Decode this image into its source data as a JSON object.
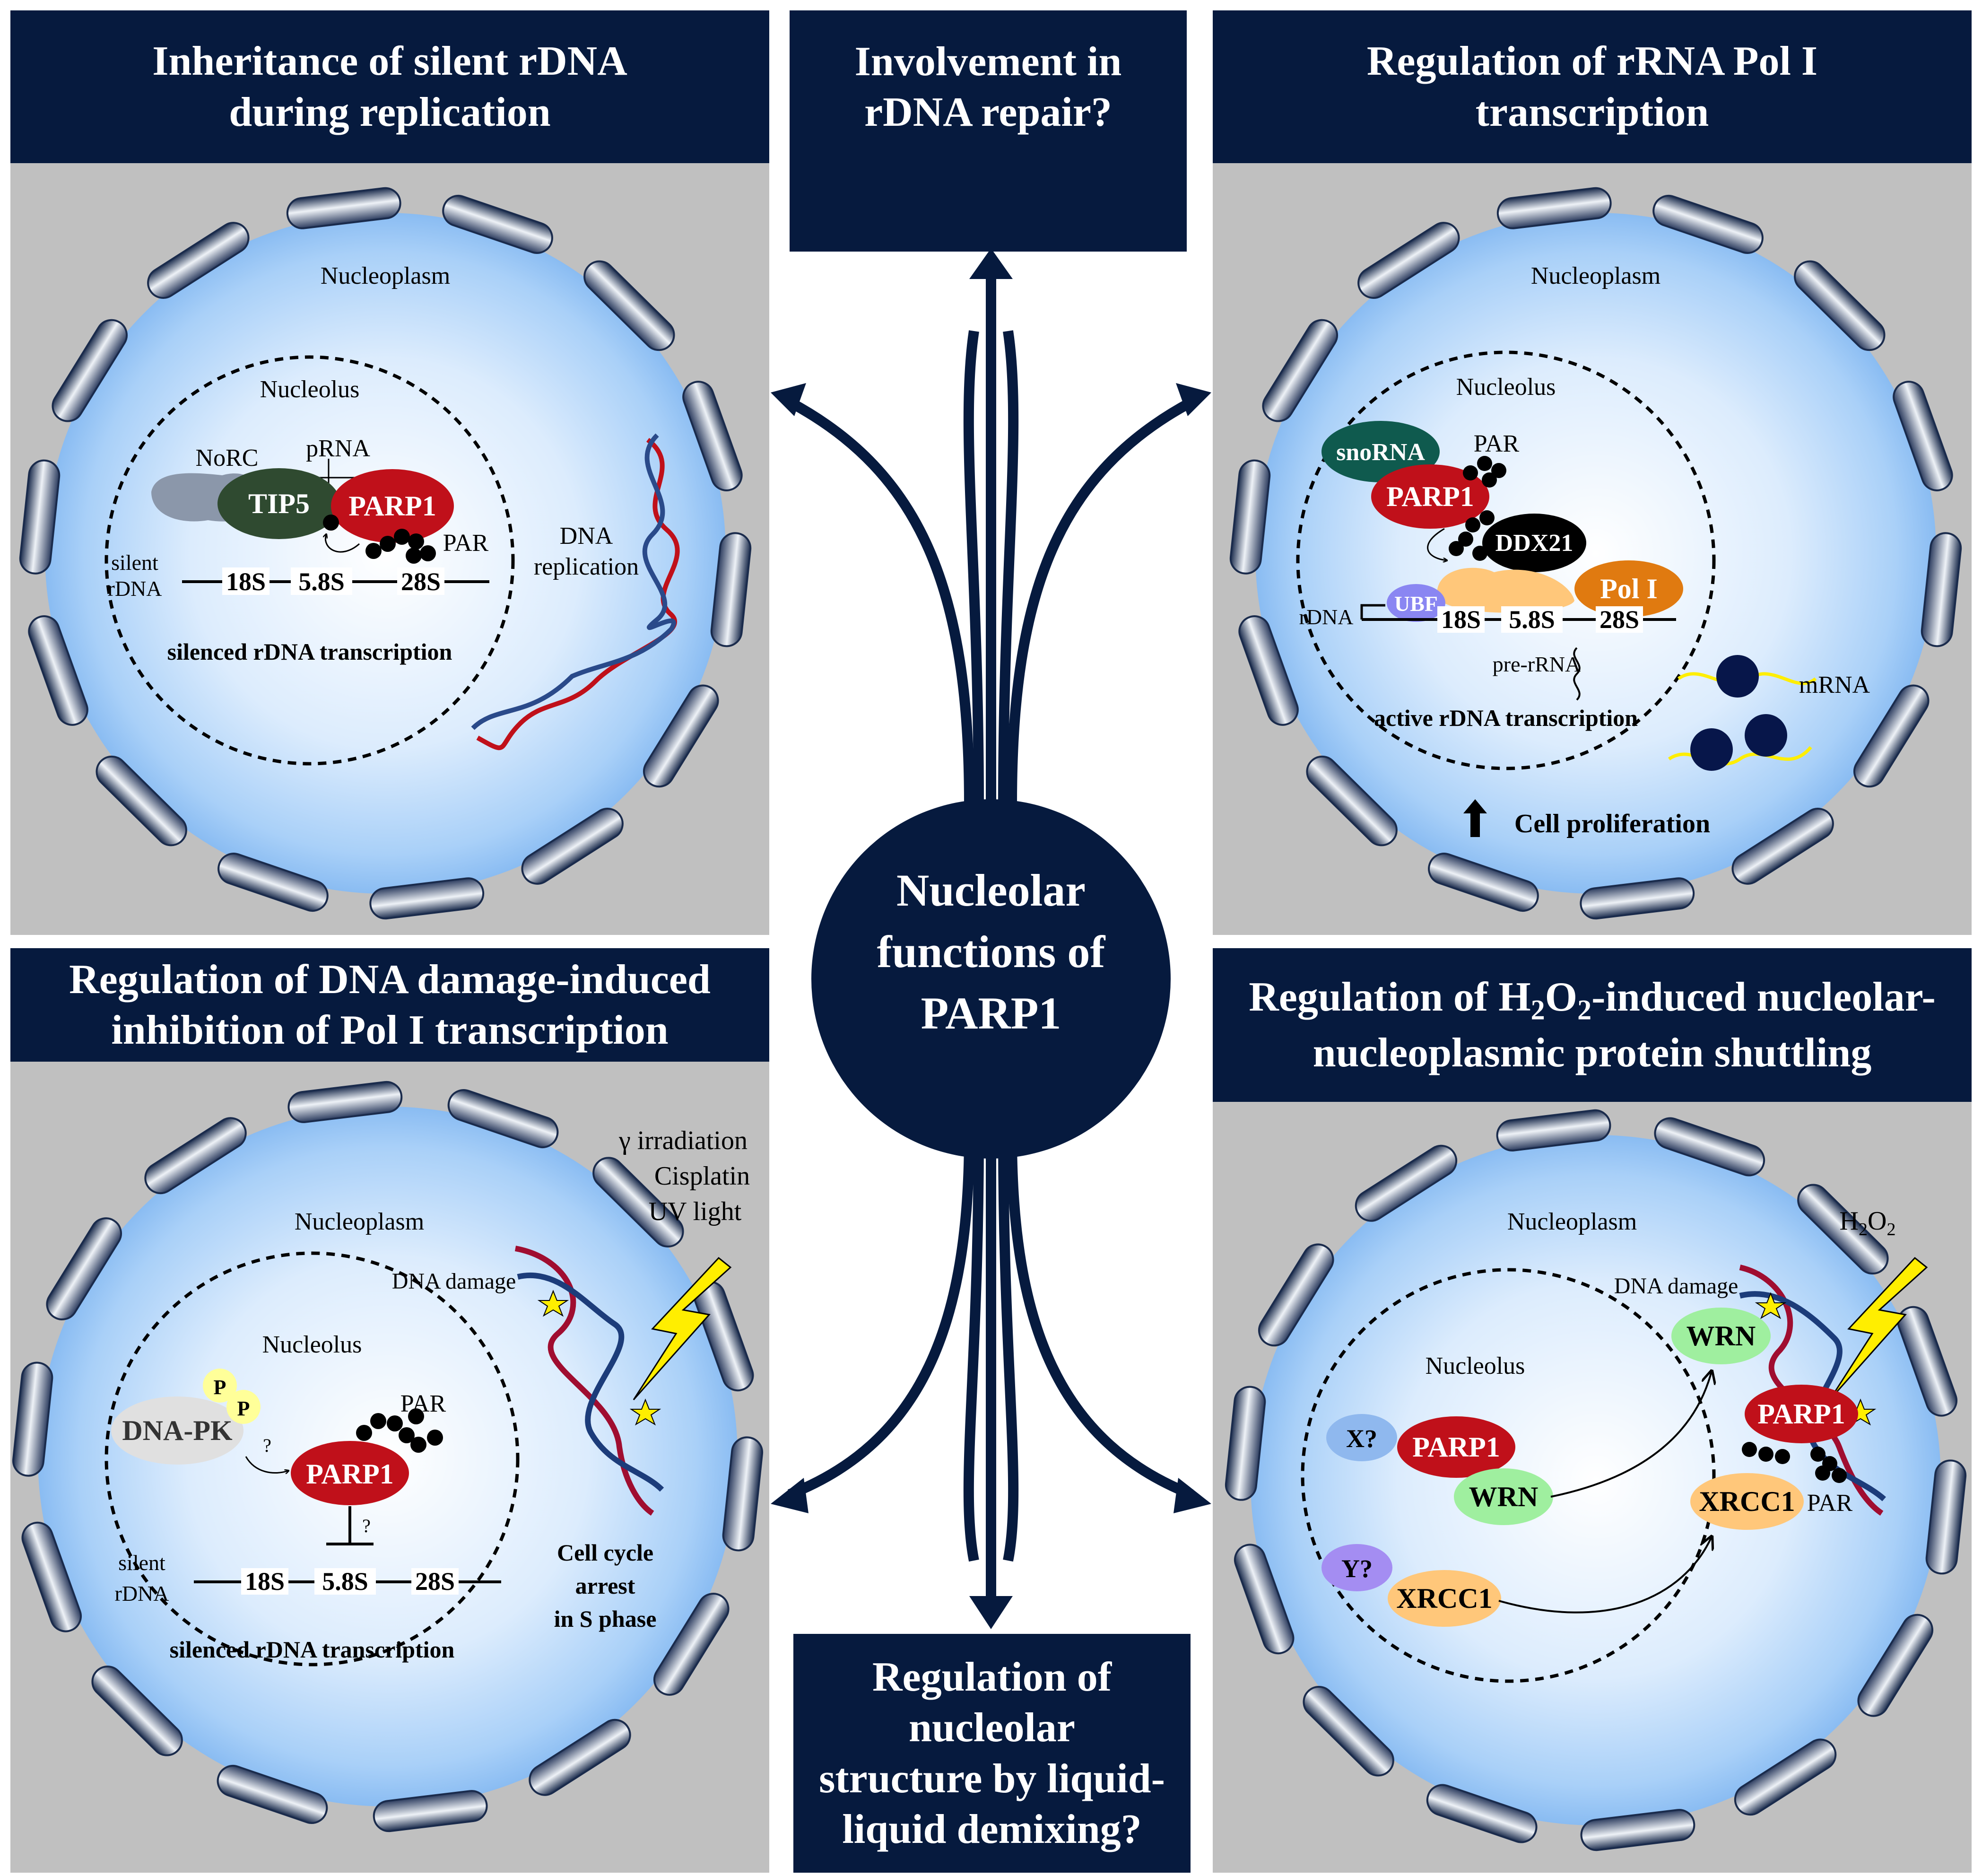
{
  "colors": {
    "navy": "#061a3e",
    "panel_gray": "#c0c0c0",
    "nucleus_blue": "#9fc8f6",
    "parp1_red": "#c0101a",
    "tip5_green": "#2f4a30",
    "pol1_orange": "#e07a10",
    "wrn_green": "#9fef9f",
    "xrcc1_orange": "#ffc77a"
  },
  "center": {
    "line1": "Nucleolar",
    "line2": "functions of",
    "line3": "PARP1"
  },
  "top_box": {
    "line1": "Involvement in",
    "line2": "rDNA repair?"
  },
  "bottom_box": {
    "line1": "Regulation of",
    "line2": "nucleolar",
    "line3": "structure by liquid-",
    "line4": "liquid demixing?"
  },
  "panel_tl": {
    "title1": "Inheritance of silent rDNA",
    "title2": "during replication",
    "nucleoplasm": "Nucleoplasm",
    "nucleolus": "Nucleolus",
    "norc": "NoRC",
    "prna": "pRNA",
    "tip5": "TIP5",
    "parp1": "PARP1",
    "par": "PAR",
    "silent": "silent",
    "rdna": "rDNA",
    "g18s": "18S",
    "g58s": "5.8S",
    "g28s": "28S",
    "caption": "silenced rDNA transcription",
    "dna1": "DNA",
    "dna2": "replication"
  },
  "panel_tr": {
    "title1": "Regulation of rRNA Pol I",
    "title2": "transcription",
    "nucleoplasm": "Nucleoplasm",
    "nucleolus": "Nucleolus",
    "snorna": "snoRNA",
    "par": "PAR",
    "parp1": "PARP1",
    "ddx21": "DDX21",
    "ubf": "UBF",
    "pol1": "Pol I",
    "rdna": "rDNA",
    "g18s": "18S",
    "g58s": "5.8S",
    "g28s": "28S",
    "prerrna": "pre-rRNA",
    "caption": "active rDNA transcription",
    "mrna": "mRNA",
    "prolif": "Cell proliferation"
  },
  "panel_bl": {
    "title1": "Regulation of DNA damage-induced",
    "title2": "inhibition of Pol I transcription",
    "agent1": "γ irradiation",
    "agent2": "Cisplatin",
    "agent3": "UV light",
    "nucleoplasm": "Nucleoplasm",
    "dna_damage": "DNA damage",
    "nucleolus": "Nucleolus",
    "p": "P",
    "dnapk": "DNA-PK",
    "q": "?",
    "par": "PAR",
    "parp1": "PARP1",
    "silent": "silent",
    "rdna": "rDNA",
    "g18s": "18S",
    "g58s": "5.8S",
    "g28s": "28S",
    "caption": "silenced rDNA transcription",
    "arrest1": "Cell cycle",
    "arrest2": "arrest",
    "arrest3": "in S phase"
  },
  "panel_br": {
    "title_pre": "Regulation of H",
    "title_sub1": "2",
    "title_mid": "O",
    "title_sub2": "2",
    "title_post": "-induced nucleolar-",
    "title2": "nucleoplasmic protein shuttling",
    "nucleoplasm": "Nucleoplasm",
    "h2o2_h": "H",
    "h2o2_2a": "2",
    "h2o2_o": "O",
    "h2o2_2b": "2",
    "dna_damage": "DNA damage",
    "wrn": "WRN",
    "nucleolus": "Nucleolus",
    "x": "X?",
    "parp1": "PARP1",
    "y": "Y?",
    "xrcc1": "XRCC1",
    "par": "PAR"
  }
}
